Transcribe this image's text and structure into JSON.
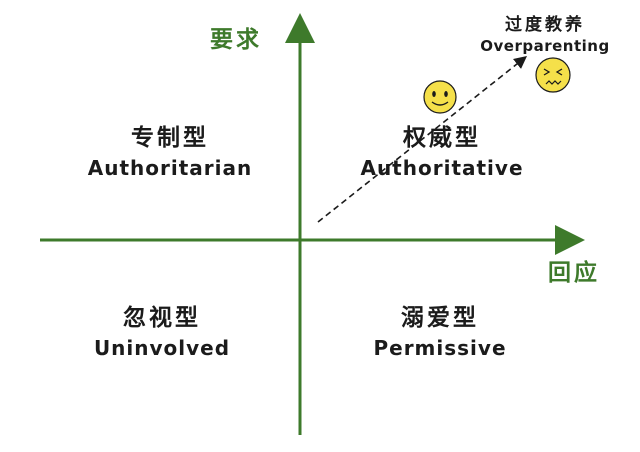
{
  "axes": {
    "y_label": "要求",
    "x_label": "回应",
    "color": "#3e7a2b"
  },
  "quadrants": {
    "top_left": {
      "cn": "专制型",
      "en": "Authoritarian"
    },
    "top_right": {
      "cn": "权威型",
      "en": "Authoritative"
    },
    "bottom_left": {
      "cn": "忽视型",
      "en": "Uninvolved"
    },
    "bottom_right": {
      "cn": "溺爱型",
      "en": "Permissive"
    }
  },
  "extreme": {
    "cn": "过度教养",
    "en": "Overparenting"
  },
  "faces": {
    "happy": {
      "name": "smile-face-icon",
      "color": "#f5e04a"
    },
    "stressed": {
      "name": "stressed-face-icon",
      "color": "#f5e04a"
    }
  }
}
